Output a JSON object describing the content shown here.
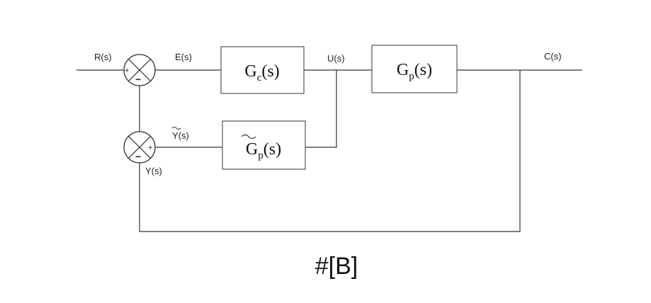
{
  "signals": {
    "r": "R(s)",
    "e": "E(s)",
    "u": "U(s)",
    "c": "C(s)",
    "y_tilde": "Y(s)",
    "y": "Y(s)"
  },
  "blocks": {
    "controller": {
      "base": "G",
      "sub": "c",
      "arg": "(s)"
    },
    "plant": {
      "base": "G",
      "sub": "p",
      "arg": "(s)"
    },
    "model": {
      "base": "G",
      "sub": "p",
      "arg": "(s)"
    }
  },
  "junctions": {
    "top": {
      "left_sign": "+",
      "bottom_sign": "−"
    },
    "bottom": {
      "right_sign": "+",
      "bottom_sign": "−"
    }
  },
  "caption": "#[B]"
}
